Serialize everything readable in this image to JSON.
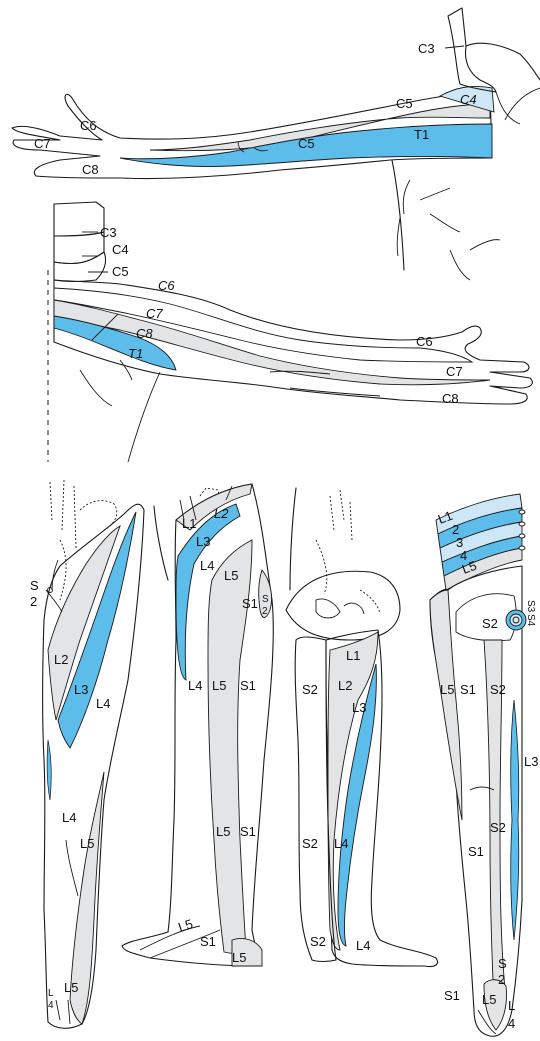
{
  "colors": {
    "pale": "#cde7f7",
    "mid": "#5cbcea",
    "deep": "#16a3e3",
    "gray": "#e3e4e5",
    "line": "#1a1a1a"
  },
  "arm_posterior": {
    "labels": {
      "c3": "C3",
      "c4": "C4",
      "c5_shoulder": "C5",
      "c5_arm": "C5",
      "c6": "C6",
      "c7": "C7",
      "c8": "C8",
      "t1": "T1"
    }
  },
  "arm_anterior": {
    "labels": {
      "c3": "C3",
      "c4": "C4",
      "c5": "C5",
      "c6_upper": "C6",
      "c7_upper": "C7",
      "c8_upper": "C8",
      "t1": "T1",
      "c6_hand": "C6",
      "c7_hand": "C7",
      "c8_hand": "C8"
    }
  },
  "leg_anterior": {
    "labels": {
      "s2_s": "S",
      "s2_n": "2",
      "l2": "L2",
      "l3": "L3",
      "l4_thigh": "L4",
      "l4_shin": "L4",
      "l5_shin": "L5",
      "l5_foot": "L5",
      "l4_foot_l": "L",
      "l4_foot_n": "4"
    }
  },
  "leg_lateral": {
    "labels": {
      "l1": "L1",
      "l2": "L2",
      "l3": "L3",
      "l4_hip": "L4",
      "l5_hip": "L5",
      "s1_hip": "S1",
      "s2_s": "S",
      "s2_n": "2",
      "l4_knee": "L4",
      "l5_knee": "L5",
      "s1_knee": "S1",
      "l5_calf": "L5",
      "s1_calf": "S1",
      "l5_foot": "L5",
      "s1_foot": "S1",
      "l5_heel": "L5"
    }
  },
  "leg_medial": {
    "labels": {
      "l1": "L1",
      "l2": "L2",
      "l3": "L3",
      "s2_thigh": "S2",
      "s2_calf": "S2",
      "l4_calf": "L4",
      "s2_foot": "S2",
      "l4_foot": "L4"
    }
  },
  "leg_posterior": {
    "labels": {
      "l1": "L1",
      "l2": "2",
      "l3": "3",
      "l4": "4",
      "l5": "L5",
      "s2_buttock": "S2",
      "s3": "S3",
      "s4": "S4",
      "l5_thigh": "L5",
      "s1_thigh": "S1",
      "s2_thigh": "S2",
      "l3_side": "L3",
      "s2_calf": "S2",
      "s1_calf": "S1",
      "s2_heel_s": "S",
      "s2_heel_n": "2",
      "s1_foot": "S1",
      "l5_foot": "L5",
      "l4_foot_l": "L",
      "l4_foot_n": "4"
    }
  }
}
